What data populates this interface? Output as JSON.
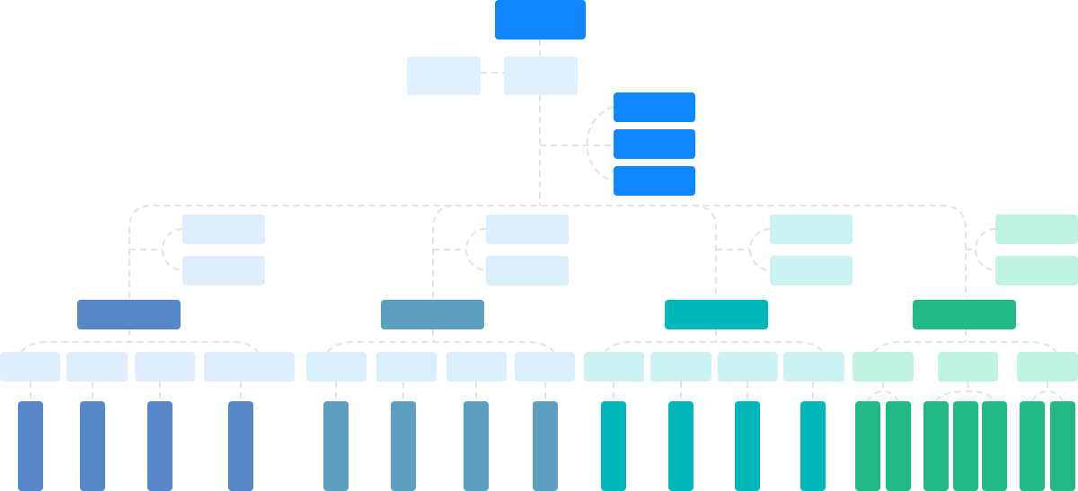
{
  "diagram": {
    "type": "org-chart",
    "colors": {
      "root": "#1086FF",
      "root_light": "#E0F0FE",
      "connector": "#E3E3E3",
      "branches": [
        {
          "main": "#5587C9",
          "light": "#E0EDFC"
        },
        {
          "main": "#5BA0BE",
          "light": "#D9F0FC"
        },
        {
          "main": "#00B8B9",
          "light": "#CCF3F3"
        },
        {
          "main": "#21BA87",
          "light": "#C0F3E0"
        }
      ]
    },
    "root": {
      "label": ""
    },
    "level2": [
      {
        "label": ""
      },
      {
        "label": ""
      }
    ],
    "assistants": [
      {
        "label": ""
      },
      {
        "label": ""
      },
      {
        "label": ""
      }
    ],
    "branches": [
      {
        "label": "",
        "side_nodes": 2,
        "children": [
          1,
          1,
          1,
          1
        ]
      },
      {
        "label": "",
        "side_nodes": 2,
        "children": [
          1,
          1,
          1,
          1
        ]
      },
      {
        "label": "",
        "side_nodes": 2,
        "children": [
          1,
          1,
          1,
          1
        ]
      },
      {
        "label": "",
        "side_nodes": 2,
        "children": [
          2,
          3,
          2
        ]
      }
    ]
  }
}
